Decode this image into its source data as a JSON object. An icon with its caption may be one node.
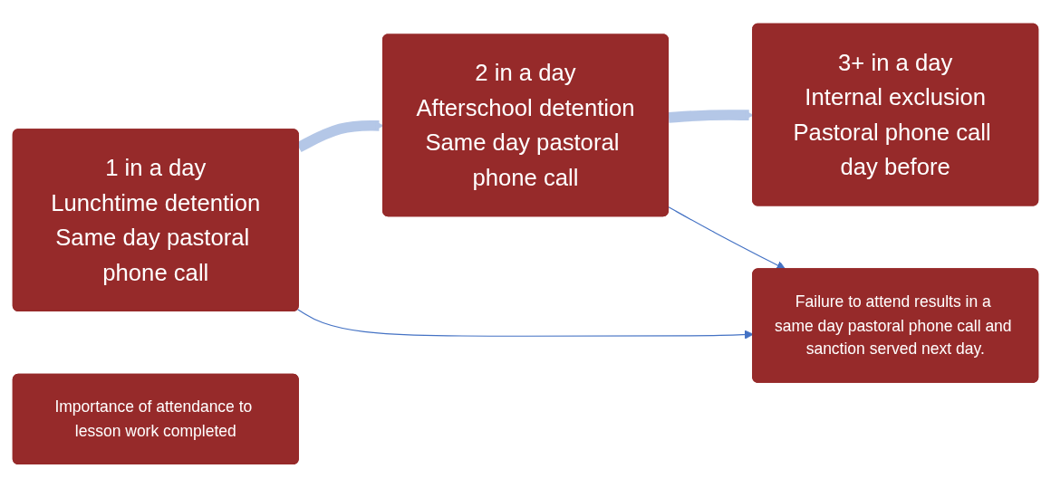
{
  "diagram": {
    "nodes": [
      {
        "text": [
          "1 in a day",
          "Lunchtime detention",
          "Same day pastoral phone call"
        ]
      },
      {
        "text": [
          "2 in a day",
          "Afterschool detention",
          "Same day pastoral phone call"
        ]
      },
      {
        "text": [
          "3+ in a day",
          "Internal exclusion",
          "Pastoral phone call day before"
        ]
      },
      {
        "text": [
          "Importance of attendance to lesson work completed"
        ]
      },
      {
        "text": [
          "Failure to attend results in a same day pastoral phone call and sanction served next day."
        ]
      }
    ],
    "edges": [
      {
        "from": 0,
        "to": 1,
        "arrow": "to",
        "style": "thick",
        "color": "#b4c7e7"
      },
      {
        "from": 1,
        "to": 2,
        "arrow": "to",
        "style": "thick",
        "color": "#b4c7e7"
      },
      {
        "from": 0,
        "to": 4,
        "arrow": "to",
        "color": "#4472c4"
      },
      {
        "from": 1,
        "to": 4,
        "arrow": "to",
        "color": "#4472c4"
      }
    ]
  }
}
